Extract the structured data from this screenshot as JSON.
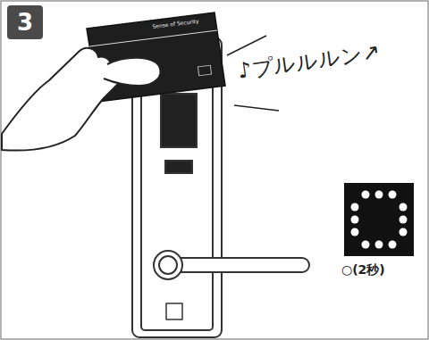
{
  "diagram": {
    "nodes": [
      {
        "text": [
          "3"
        ]
      }
    ],
    "labels": [
      "♪プルルルン↗",
      "Sense of Security",
      "○(2秒)"
    ]
  }
}
